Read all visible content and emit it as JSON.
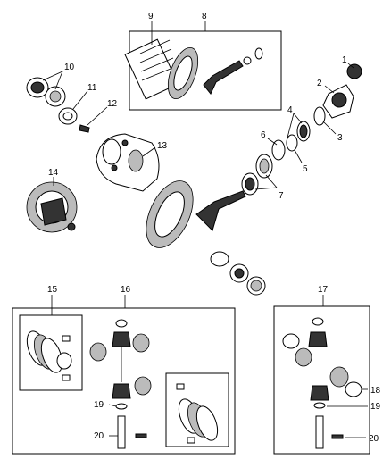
{
  "callouts": [
    {
      "id": "1",
      "text": "1"
    },
    {
      "id": "2",
      "text": "2"
    },
    {
      "id": "3",
      "text": "3"
    },
    {
      "id": "4",
      "text": "4"
    },
    {
      "id": "5",
      "text": "5"
    },
    {
      "id": "6",
      "text": "6"
    },
    {
      "id": "7",
      "text": "7"
    },
    {
      "id": "8",
      "text": "8"
    },
    {
      "id": "9",
      "text": "9"
    },
    {
      "id": "10",
      "text": "10"
    },
    {
      "id": "11",
      "text": "11"
    },
    {
      "id": "12",
      "text": "12"
    },
    {
      "id": "13",
      "text": "13"
    },
    {
      "id": "14",
      "text": "14"
    },
    {
      "id": "15",
      "text": "15"
    },
    {
      "id": "16",
      "text": "16"
    },
    {
      "id": "17",
      "text": "17"
    },
    {
      "id": "18",
      "text": "18"
    },
    {
      "id": "19a",
      "text": "19"
    },
    {
      "id": "19b",
      "text": "19"
    },
    {
      "id": "20a",
      "text": "20"
    },
    {
      "id": "20b",
      "text": "20"
    }
  ]
}
